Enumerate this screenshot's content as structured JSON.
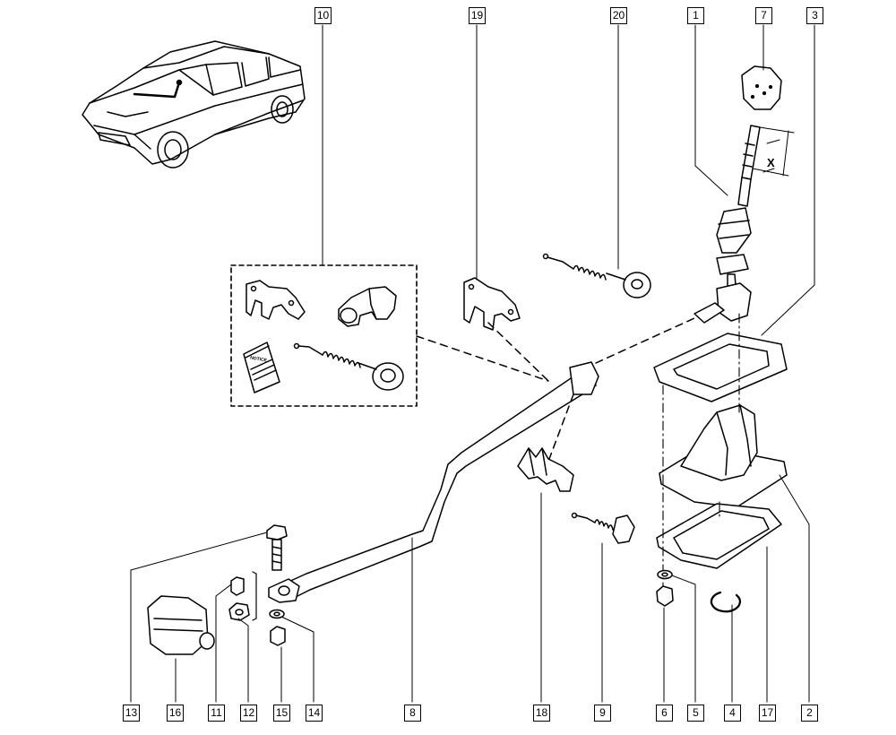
{
  "callouts": {
    "c1": "1",
    "c2": "2",
    "c3": "3",
    "c4": "4",
    "c5": "5",
    "c6": "6",
    "c7": "7",
    "c8": "8",
    "c9": "9",
    "c10": "10",
    "c11": "11",
    "c12": "12",
    "c13": "13",
    "c14": "14",
    "c15": "15",
    "c16": "16",
    "c17": "17",
    "c18": "18",
    "c19": "19",
    "c20": "20"
  },
  "dimension_label": "X",
  "booklet_text": "NOTICE"
}
